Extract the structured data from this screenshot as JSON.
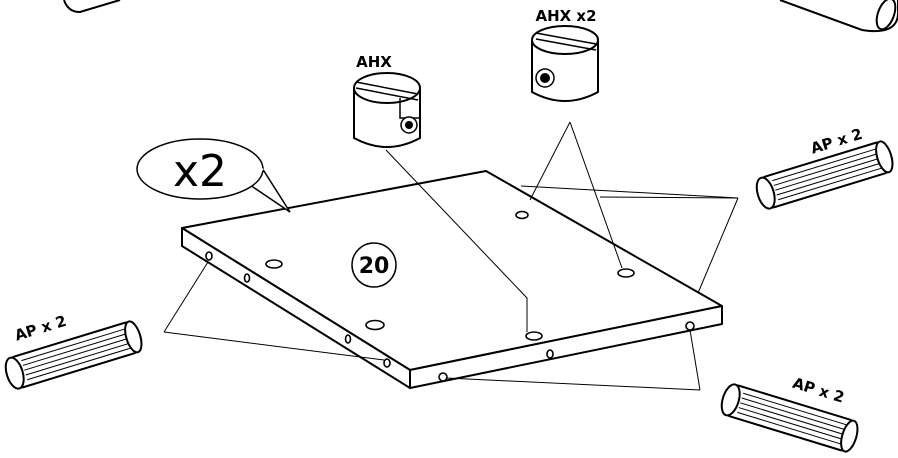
{
  "panel": {
    "quantity_label": "x2",
    "part_number": "20",
    "color": "#000000"
  },
  "cam_nut_single": {
    "label": "AHX"
  },
  "cam_nut_double": {
    "label": "AHX x2"
  },
  "dowels": [
    {
      "label": "AP x 2"
    },
    {
      "label": "AP x 2"
    },
    {
      "label": "AP x 2"
    }
  ]
}
